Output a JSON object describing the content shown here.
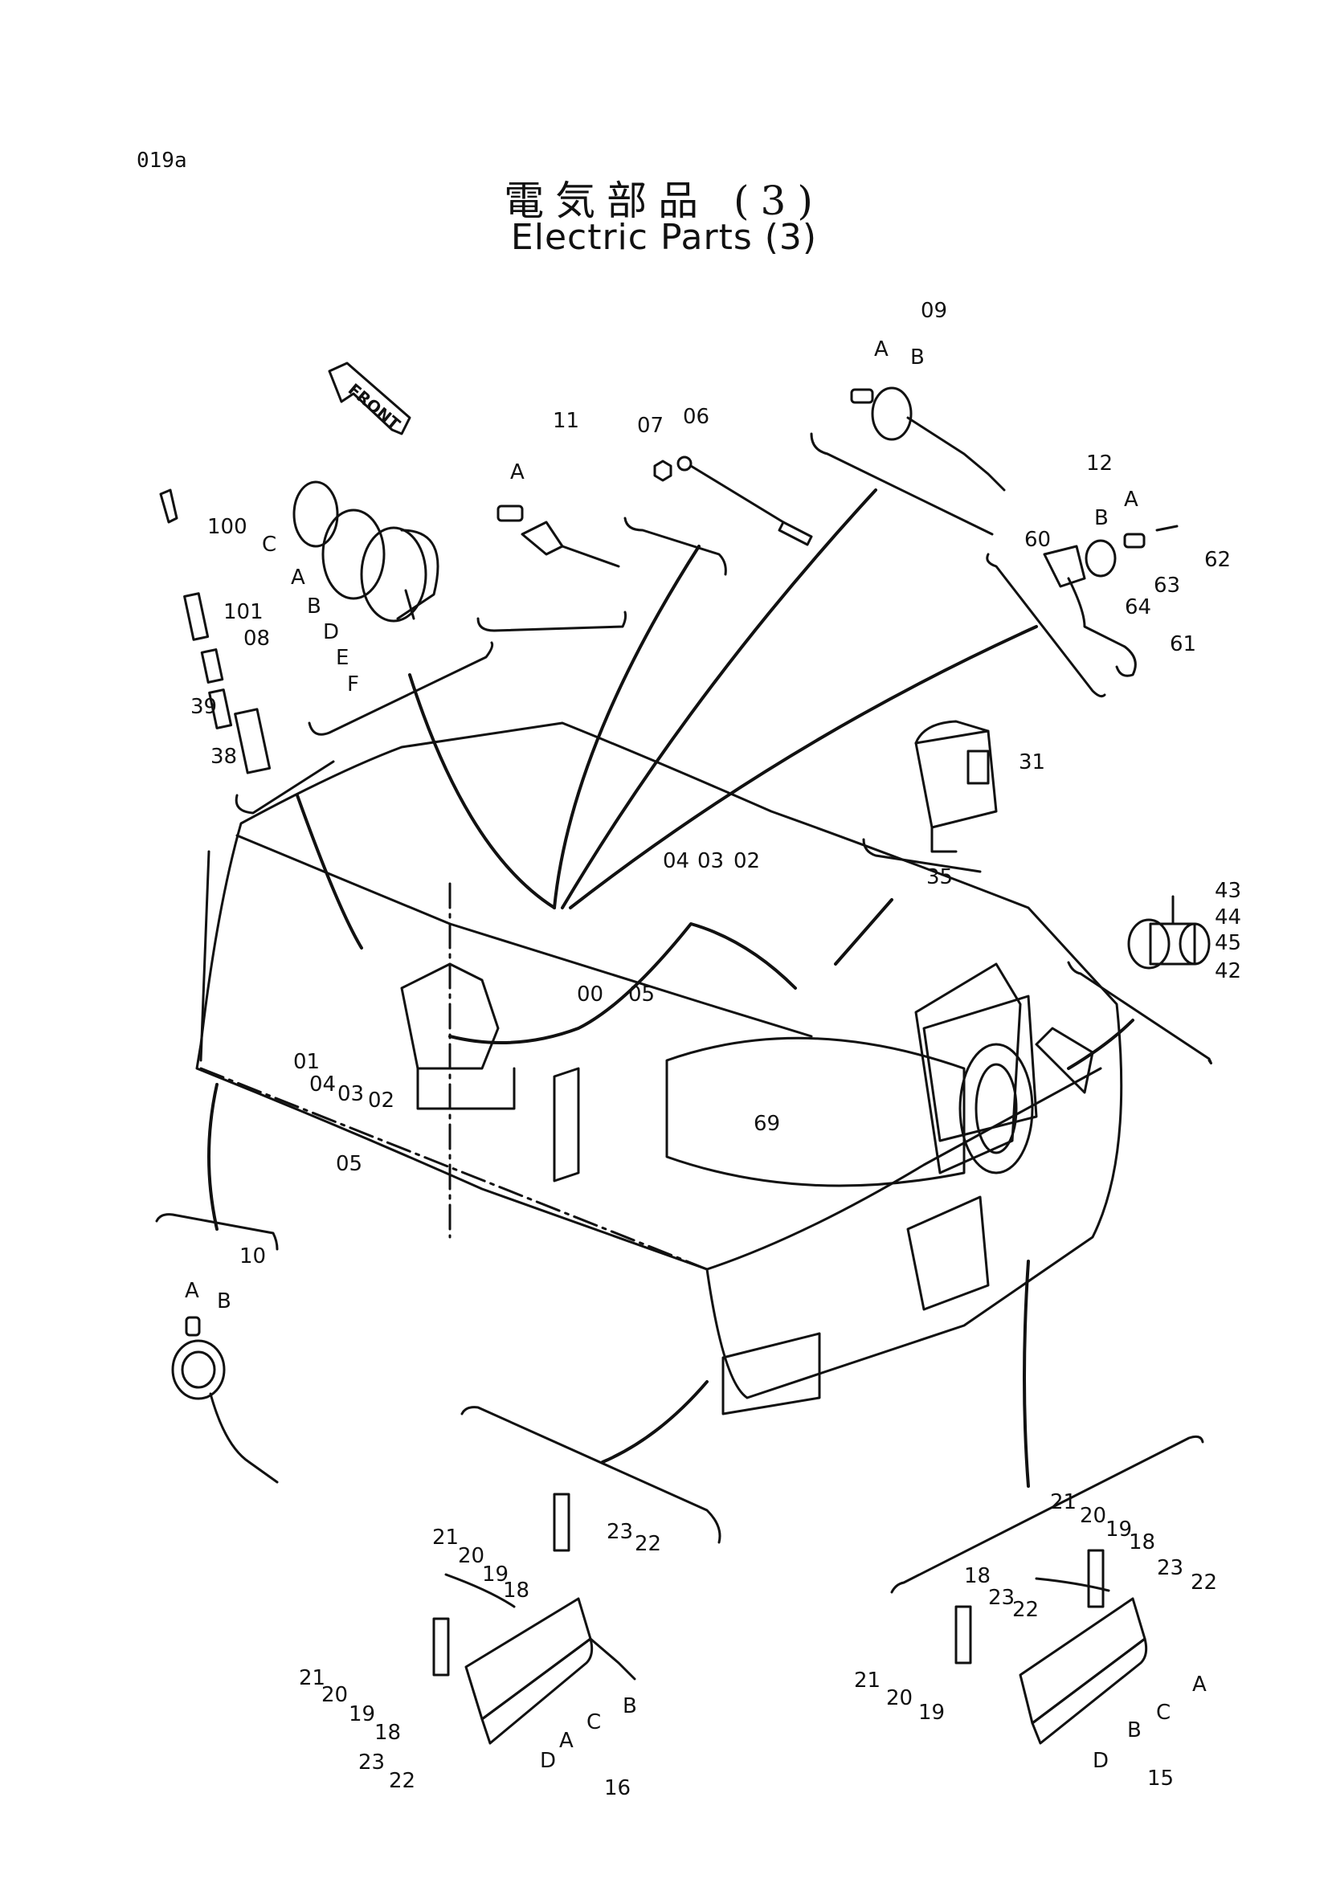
{
  "page_id": "019a",
  "title_jp": "電気部品 (3)",
  "title_en": "Electric Parts (3)",
  "front_label": "FRONT",
  "callouts": [
    "100",
    "101",
    "08",
    "39",
    "38",
    "C",
    "A",
    "B",
    "D",
    "E",
    "F",
    "11",
    "A",
    "07",
    "06",
    "09",
    "A",
    "B",
    "12",
    "B",
    "A",
    "60",
    "62",
    "63",
    "64",
    "61",
    "31",
    "35",
    "04",
    "03",
    "02",
    "00",
    "05",
    "43",
    "44",
    "45",
    "42",
    "01",
    "04",
    "03",
    "02",
    "05",
    "69",
    "10",
    "A",
    "B",
    "21",
    "20",
    "19",
    "18",
    "23",
    "22",
    "21",
    "20",
    "19",
    "18",
    "23",
    "22",
    "B",
    "C",
    "A",
    "D",
    "16",
    "21",
    "20",
    "19",
    "18",
    "18",
    "23",
    "22",
    "23",
    "22",
    "21",
    "20",
    "19",
    "A",
    "C",
    "B",
    "D",
    "15"
  ]
}
